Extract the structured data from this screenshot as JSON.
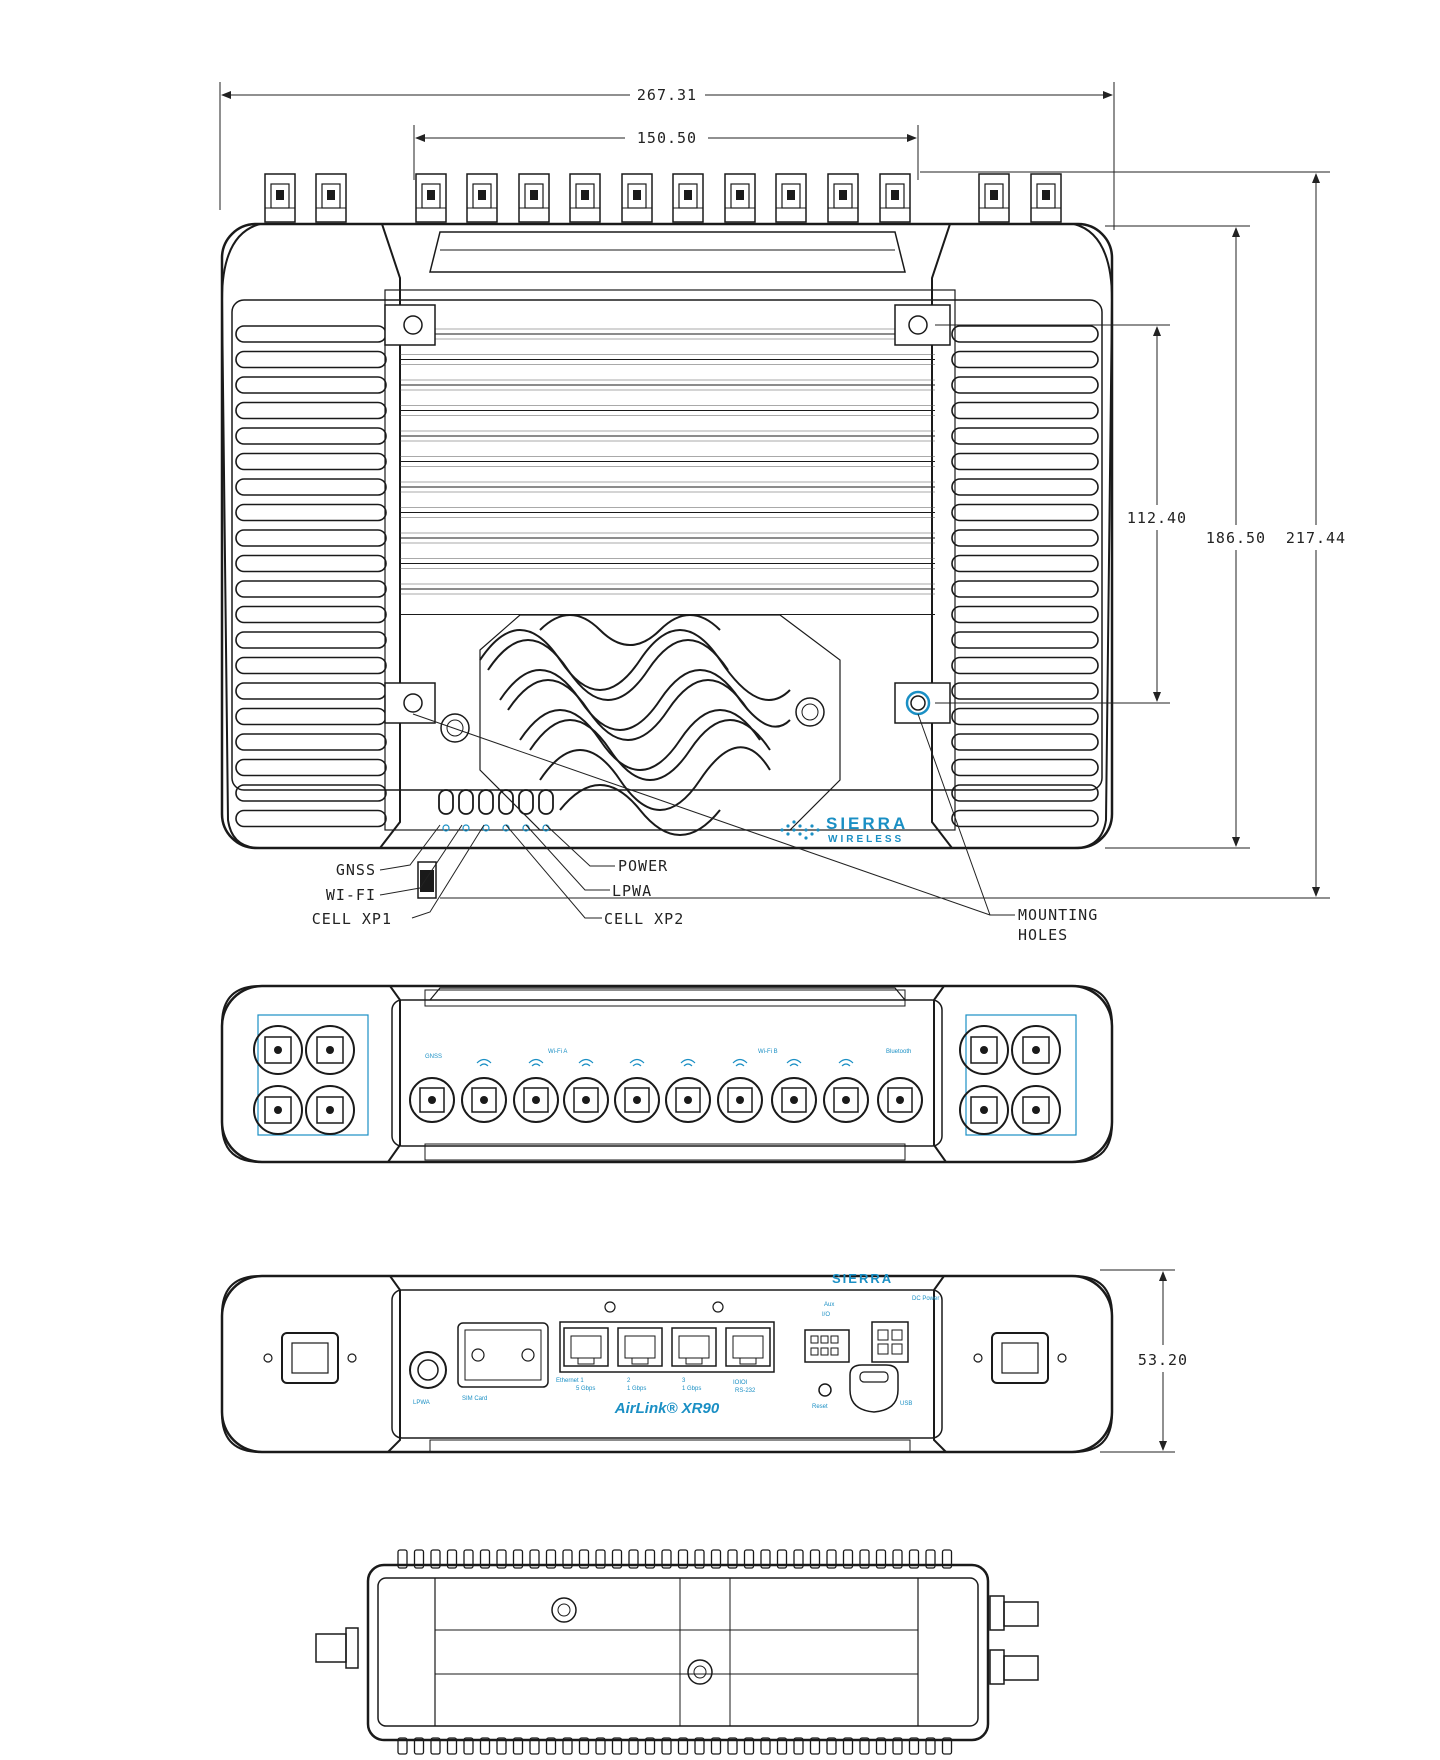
{
  "dimensions": {
    "overall_width": "267.31",
    "antenna_span": "150.50",
    "hole_spacing": "112.40",
    "body_depth": "186.50",
    "overall_depth": "217.44",
    "height": "53.20"
  },
  "callouts": {
    "gnss": "GNSS",
    "wifi": "WI-FI",
    "cell_xp1": "CELL XP1",
    "power": "POWER",
    "lpwa": "LPWA",
    "cell_xp2": "CELL XP2",
    "mounting_holes_line1": "MOUNTING",
    "mounting_holes_line2": "HOLES"
  },
  "brand": {
    "name_line1": "SIERRA",
    "name_line2": "WIRELESS",
    "product": "AirLink® XR90"
  },
  "panel_labels": {
    "gnss": "GNSS",
    "wifi_a": "Wi-Fi A",
    "wifi_b": "Wi-Fi B",
    "bluetooth": "Bluetooth",
    "ethernet1": "Ethernet 1",
    "port2": "2",
    "port3": "3",
    "serial": "IOIOI",
    "rs232": "RS-232",
    "aux_io": "I/O",
    "aux": "Aux",
    "reset": "Reset",
    "usb": "USB",
    "dc_power": "DC Power",
    "sim_card": "SIM Card",
    "lpwa": "LPWA",
    "gbps5": "5 Gbps",
    "gbps1a": "1 Gbps",
    "gbps1b": "1 Gbps"
  },
  "colors": {
    "line": "#1a1a1a",
    "accent": "#1a8fc4"
  }
}
